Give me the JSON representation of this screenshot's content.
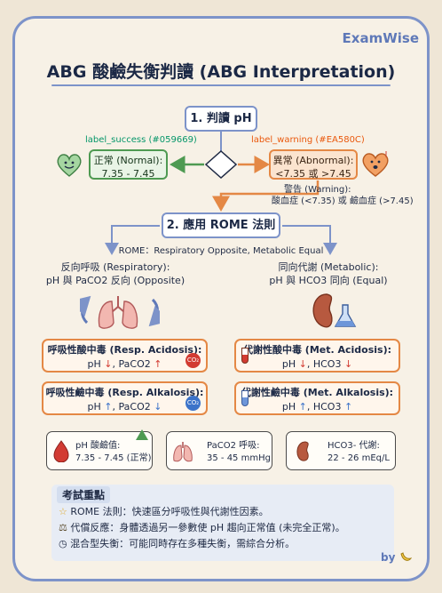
{
  "brand": "ExamWise",
  "title": "ABG 酸鹼失衡判讀 (ABG Interpretation)",
  "step1": "1. 判讀 pH",
  "label_success": "label_success (#059669)",
  "label_warning": "label_warning (#EA580C)",
  "normal_title": "正常 (Normal):",
  "normal_range": "7.35 - 7.45",
  "abnormal_title": "異常 (Abnormal):",
  "abnormal_range": "<7.35 或 >7.45",
  "warning_title": "警告 (Warning):",
  "warning_text": "酸血症 (<7.35) 或 鹼血症 (>7.45)",
  "step2": "2. 應用 ROME 法則",
  "rome": "ROME：Respiratory Opposite, Metabolic Equal",
  "resp_line1": "反向呼吸 (Respiratory):",
  "resp_line2": "pH 與 PaCO2 反向 (Opposite)",
  "met_line1": "同向代謝 (Metabolic):",
  "met_line2": "pH 與 HCO3 同向 (Equal)",
  "boxes": {
    "resp_acid": {
      "title": "呼吸性酸中毒 (Resp. Acidosis):",
      "ph": "pH",
      "ph_arrow": "↓",
      "gas": "PaCO2",
      "gas_arrow": "↑"
    },
    "met_acid": {
      "title": "代謝性酸中毒 (Met. Acidosis):",
      "ph": "pH",
      "ph_arrow": "↓",
      "gas": "HCO3",
      "gas_arrow": "↓"
    },
    "resp_alk": {
      "title": "呼吸性鹼中毒 (Resp. Alkalosis):",
      "ph": "pH",
      "ph_arrow": "↑",
      "gas": "PaCO2",
      "gas_arrow": "↓"
    },
    "met_alk": {
      "title": "代謝性鹼中毒 (Met. Alkalosis):",
      "ph": "pH",
      "ph_arrow": "↑",
      "gas": "HCO3",
      "gas_arrow": "↑"
    }
  },
  "co2": "CO₂",
  "refs": {
    "ph": {
      "label": "pH 酸鹼值:",
      "value": "7.35 - 7.45 (正常)"
    },
    "paco2": {
      "label": "PaCO2 呼吸:",
      "value": "35 - 45 mmHg"
    },
    "hco3": {
      "label": "HCO3- 代謝:",
      "value": "22 - 26 mEq/L"
    }
  },
  "notes": {
    "heading": "考試重點",
    "items": [
      {
        "icon": "star-icon",
        "text": "ROME 法則：快速區分呼吸性與代謝性因素。"
      },
      {
        "icon": "scale-icon",
        "text": "代償反應：身體透過另一參數使 pH 趨向正常值 (未完全正常)。"
      },
      {
        "icon": "clock-icon",
        "text": "混合型失衡：可能同時存在多種失衡，需綜合分析。"
      }
    ]
  },
  "byline": "by",
  "colors": {
    "success": "#059669",
    "warning": "#EA580C",
    "frame": "#7d93c9"
  }
}
